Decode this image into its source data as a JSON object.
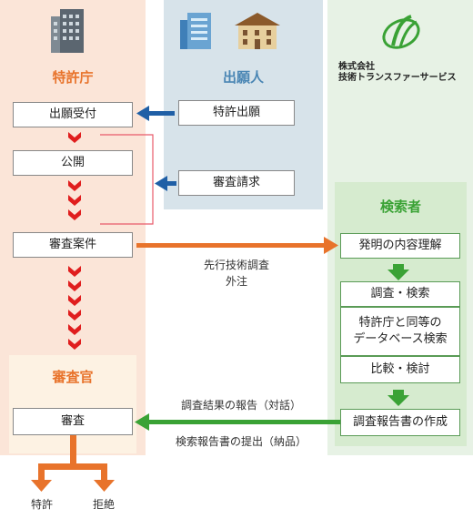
{
  "jpo": {
    "title": "特許庁",
    "boxes": [
      "出願受付",
      "公開",
      "審査案件"
    ]
  },
  "applicant": {
    "title": "出願人",
    "boxes": [
      "特許出願",
      "審査請求"
    ]
  },
  "company": {
    "line1": "株式会社",
    "line2": "技術トランスファーサービス"
  },
  "searcher": {
    "title": "検索者",
    "box_top": "発明の内容理解",
    "box_search": "調査・検索",
    "box_db": "特許庁と同等の\nデータベース検索",
    "box_compare": "比較・検討",
    "box_report": "調査報告書の作成"
  },
  "examiner": {
    "title": "審査官",
    "box": "審査"
  },
  "labels": {
    "outsource_1": "先行技術調査",
    "outsource_2": "外注",
    "report_1": "調査結果の報告（対話）",
    "report_2": "検索報告書の提出（納品）"
  },
  "outcomes": {
    "grant": "特許",
    "reject": "拒絶"
  },
  "colors": {
    "orange": "#e8732b",
    "blue": "#1f5fa6",
    "green": "#3aa235",
    "red": "#e01e1e"
  }
}
